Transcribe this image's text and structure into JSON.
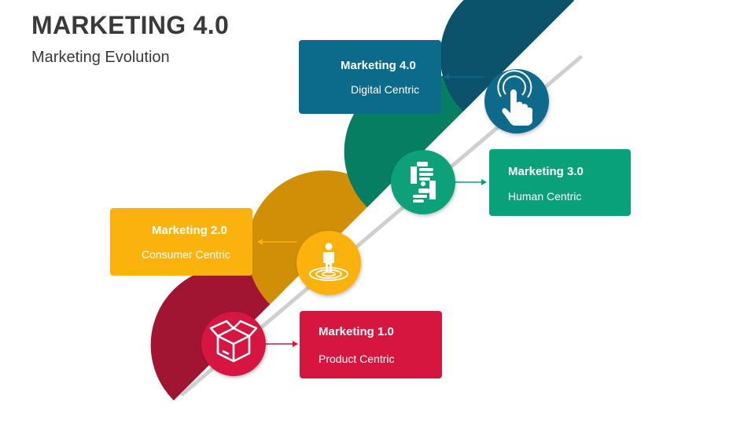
{
  "header": {
    "title": "MARKETING 4.0",
    "subtitle": "Marketing Evolution"
  },
  "stages": [
    {
      "title": "Marketing 1.0",
      "subtitle": "Product Centric",
      "color": "#d6163f",
      "outer_color": "#a11533",
      "icon": "box-icon"
    },
    {
      "title": "Marketing 2.0",
      "subtitle": "Consumer Centric",
      "color": "#fbb20d",
      "outer_color": "#d08f06",
      "icon": "person-target-icon"
    },
    {
      "title": "Marketing 3.0",
      "subtitle": "Human Centric",
      "color": "#08a17a",
      "outer_color": "#067e61",
      "icon": "hand-exchange-icon"
    },
    {
      "title": "Marketing 4.0",
      "subtitle": "Digital Centric",
      "color": "#0c6b8b",
      "outer_color": "#0a536b",
      "icon": "touch-hand-icon"
    }
  ],
  "colors": {
    "text": "#3a3a3a",
    "diagonal_line": "#cfcfcf"
  }
}
